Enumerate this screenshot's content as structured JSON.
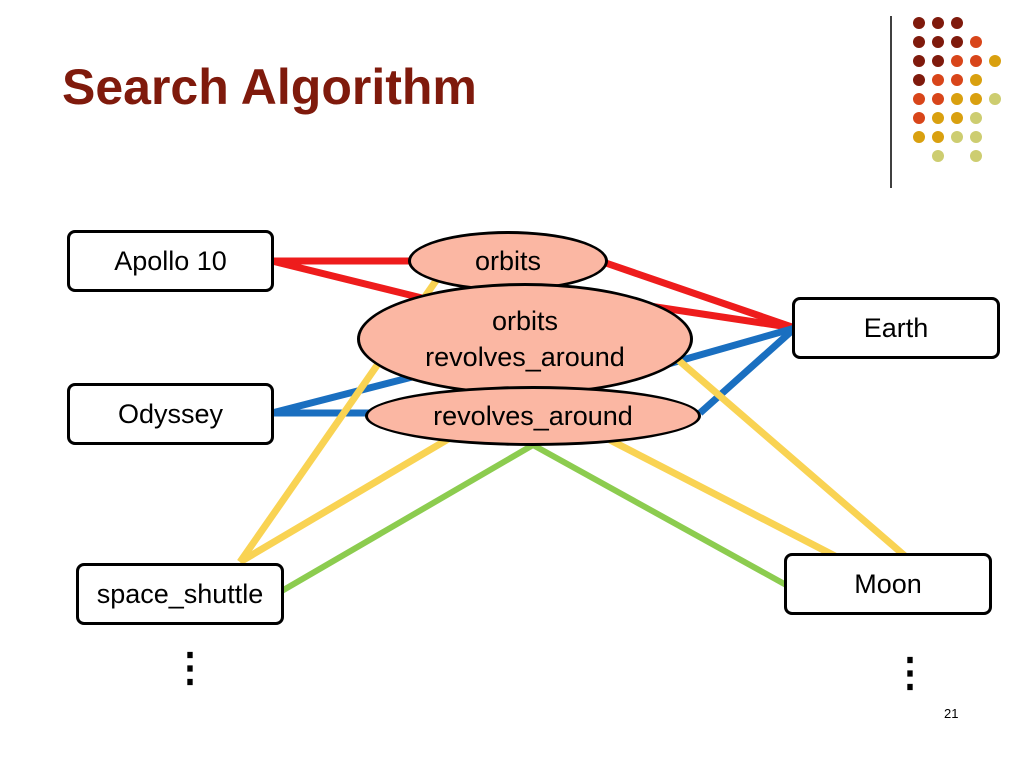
{
  "slide": {
    "title": "Search Algorithm",
    "page_number": "21"
  },
  "nodes": {
    "apollo": "Apollo 10",
    "odyssey": "Odyssey",
    "space_shuttle": "space_shuttle",
    "earth": "Earth",
    "moon": "Moon"
  },
  "relations": {
    "top": "orbits",
    "middle_line1": "orbits",
    "middle_line2": "revolves_around",
    "bottom": "revolves_around"
  },
  "continuation_marks": [
    "⋮",
    "⋮"
  ],
  "edge_colors": {
    "orbits": "#ee1c1c",
    "revolves_around": "#1a6fc0",
    "yellow": "#f9d353",
    "green": "#8ccc4f"
  },
  "decoration_colors": [
    "#7f1a0c",
    "#d8451a",
    "#d9a00f",
    "#cdcd70"
  ]
}
